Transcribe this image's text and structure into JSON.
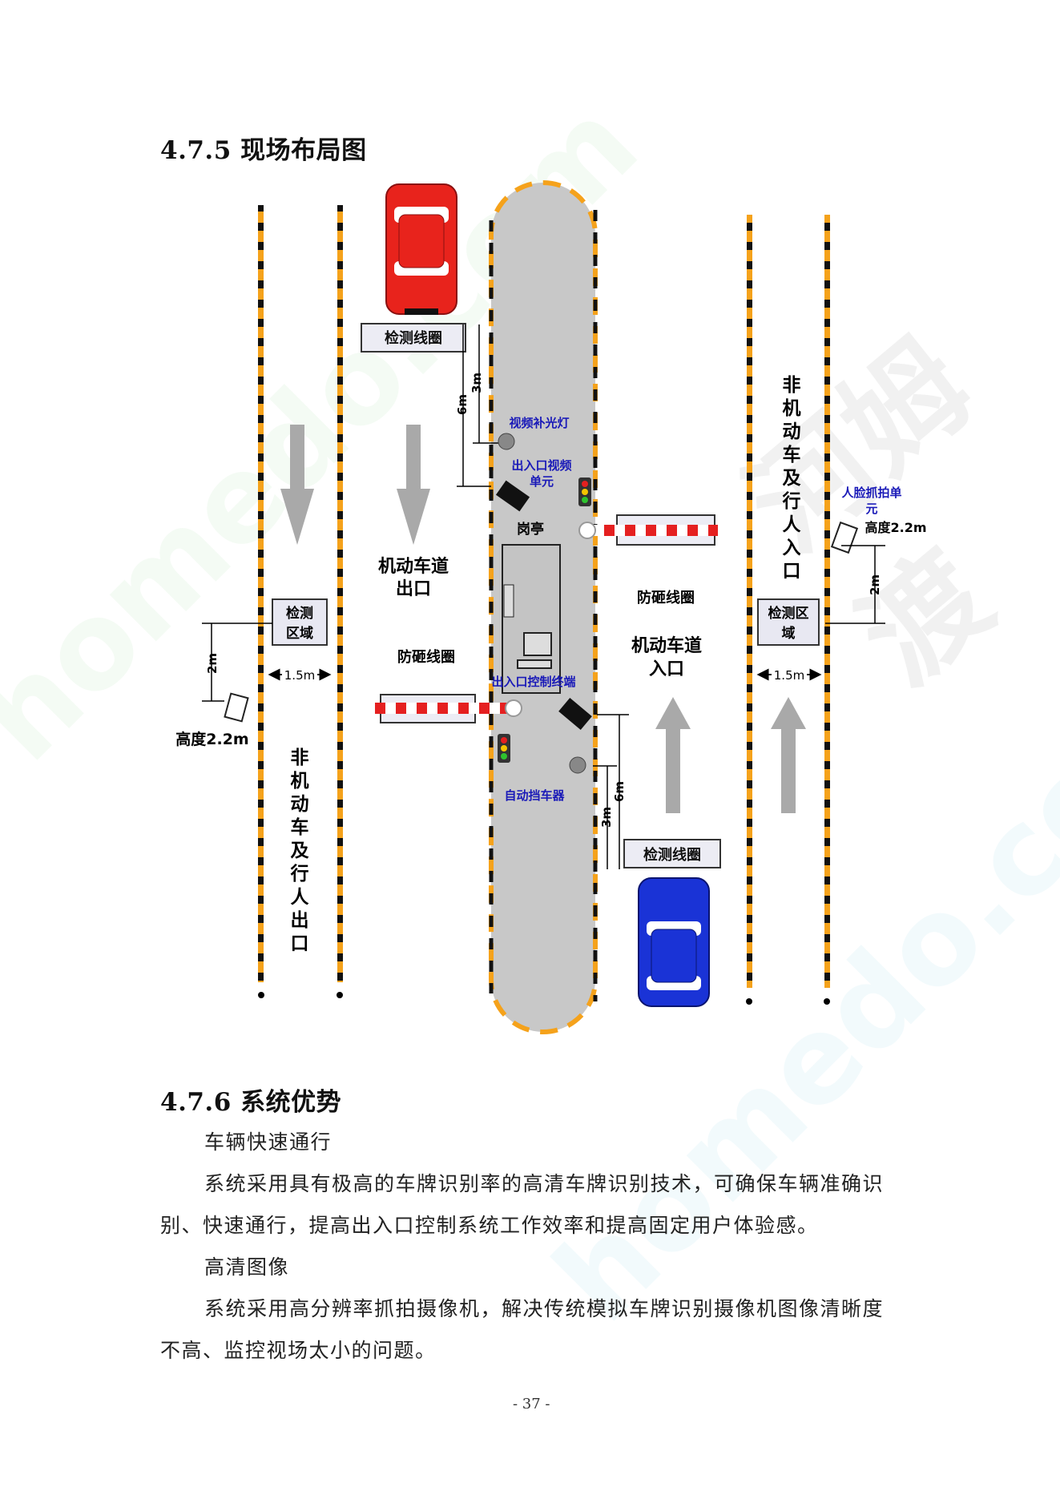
{
  "section_475": {
    "title": "4.7.5 现场布局图"
  },
  "diagram": {
    "labels": {
      "detect_coil_top": "检测线圈",
      "detect_coil_bottom": "检测线圈",
      "dist_3m_top": "3m",
      "dist_6m_top": "6m",
      "dist_3m_bottom": "3m",
      "dist_6m_bottom": "6m",
      "video_light": "视频补光灯",
      "entry_video_unit_1": "出入口视频",
      "entry_video_unit_2": "单元",
      "booth": "岗亭",
      "motor_exit_1": "机动车道",
      "motor_exit_2": "出口",
      "motor_entry_1": "机动车道",
      "motor_entry_2": "入口",
      "anti_smash_left": "防砸线圈",
      "anti_smash_right": "防砸线圈",
      "control_terminal": "出入口控制终端",
      "auto_barrier": "自动挡车器",
      "detect_zone_left_1": "检测",
      "detect_zone_left_2": "区域",
      "detect_zone_right_1": "检测区",
      "detect_zone_right_2": "域",
      "width_left": "1.5m",
      "width_right": "1.5m",
      "dist_2m_left": "2m",
      "dist_2m_right": "2m",
      "height_left": "高度2.2m",
      "height_right": "高度2.2m",
      "face_unit_1": "人脸抓拍单",
      "face_unit_2": "元",
      "pedestrian_exit": [
        "非",
        "机",
        "动",
        "车",
        "及",
        "行",
        "人",
        "出",
        "口"
      ],
      "pedestrian_entry": [
        "非",
        "机",
        "动",
        "车",
        "及",
        "行",
        "人",
        "入",
        "口"
      ]
    },
    "colors": {
      "red_car": "#e8231c",
      "blue_car": "#1a33d6",
      "island": "#c8c8c8",
      "lane_orange": "#f5a21b",
      "label_blue": "#1a1ab8"
    }
  },
  "section_476": {
    "title": "4.7.6 系统优势",
    "items": [
      {
        "heading": "车辆快速通行",
        "line1": "系统采用具有极高的车牌识别率的高清车牌识别技术，可确保车辆准确识",
        "line2": "别、快速通行，提高出入口控制系统工作效率和提高固定用户体验感。"
      },
      {
        "heading": "高清图像",
        "line1": "系统采用高分辨率抓拍摄像机，解决传统模拟车牌识别摄像机图像清晰度",
        "line2": "不高、监控视场太小的问题。"
      }
    ]
  },
  "footer": {
    "page_number": "- 37 -"
  },
  "watermark": {
    "text_1": "homedo.com",
    "text_2": "河姆渡"
  }
}
